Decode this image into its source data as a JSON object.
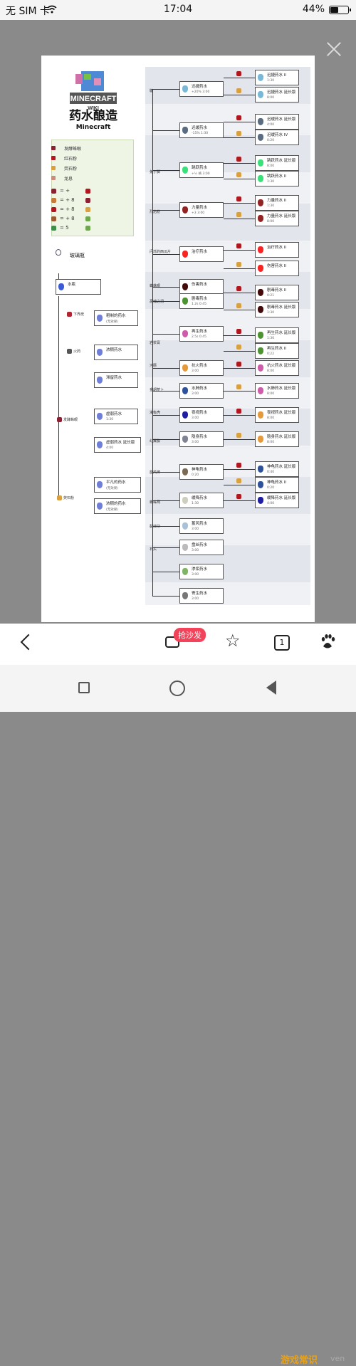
{
  "status": {
    "carrier": "无 SIM 卡",
    "time": "17:04",
    "battery": "44%",
    "battery_level": 0.44
  },
  "panel": {
    "title": "药水酿造",
    "subtitle": "Minecraft",
    "logo_text": "MINECRAFT",
    "logo_sub": "WIKI",
    "legend": [
      {
        "label": "发酵蛛眼",
        "color": "#8b2234"
      },
      {
        "label": "红石粉",
        "color": "#b0171f"
      },
      {
        "label": "荧石粉",
        "color": "#d8a040"
      },
      {
        "label": "龙息",
        "color": "#c98e7b"
      }
    ],
    "formulas": [
      "= +",
      "= + 8",
      "= + 8",
      "= + 8",
      "= 5"
    ],
    "glass_bottle": "玻璃瓶",
    "left_column": [
      {
        "name": "水瓶",
        "sub": ""
      },
      {
        "name": "粗制的药水",
        "sub": "(无效果)"
      },
      {
        "name": "浓稠药水",
        "sub": ""
      },
      {
        "name": "滞留药水",
        "sub": ""
      },
      {
        "name": "虚弱药水",
        "sub": "1:30"
      },
      {
        "name": "虚弱药水 延长版",
        "sub": "4:00"
      },
      {
        "name": "平凡的药水",
        "sub": "(无效果)"
      },
      {
        "name": "浓稠的药水",
        "sub": "(无效果)"
      }
    ],
    "left_ingredients": [
      "下界疣",
      "火药",
      "发酵蛛眼",
      "荧石粉"
    ],
    "middle_ingredients": [
      "糖",
      "兔子脚",
      "烈焰粉",
      "闪烁的西瓜片",
      "蜘蛛眼",
      "恶魂之泪",
      "岩浆膏",
      "河豚",
      "金胡萝卜",
      "海龟壳",
      "幻翼膜",
      "旋风棒",
      "蜘蛛网",
      "黏液块",
      "石头"
    ],
    "middle_column": [
      {
        "name": "迅捷药水",
        "sub": "+20% 3:00"
      },
      {
        "name": "迟缓药水",
        "sub": "-15% 1:30"
      },
      {
        "name": "跳跃药水",
        "sub": "+½ 格 3:00"
      },
      {
        "name": "力量药水",
        "sub": "+3 3:00"
      },
      {
        "name": "治疗药水",
        "sub": ""
      },
      {
        "name": "伤害药水",
        "sub": ""
      },
      {
        "name": "剧毒药水",
        "sub": "1.2s 0:45"
      },
      {
        "name": "再生药水",
        "sub": "2.5s 0:45"
      },
      {
        "name": "抗火药水",
        "sub": "3:00"
      },
      {
        "name": "水肺药水",
        "sub": "3:00"
      },
      {
        "name": "夜视药水",
        "sub": "3:00"
      },
      {
        "name": "隐身药水",
        "sub": "3:00"
      },
      {
        "name": "神龟药水",
        "sub": "0:20"
      },
      {
        "name": "缓降药水",
        "sub": "1:30"
      },
      {
        "name": "蓄风药水",
        "sub": "3:00"
      },
      {
        "name": "盘丝药水",
        "sub": "3:00"
      },
      {
        "name": "渗浆药水",
        "sub": "3:00"
      },
      {
        "name": "寄生药水",
        "sub": "3:00"
      }
    ],
    "right_column": [
      {
        "name": "迅捷药水 II",
        "sub": "1:30"
      },
      {
        "name": "迅捷药水 延长版",
        "sub": "8:00"
      },
      {
        "name": "迟缓药水 延长版",
        "sub": "4:00"
      },
      {
        "name": "迟缓药水 IV",
        "sub": "0:20"
      },
      {
        "name": "跳跃药水 延长版",
        "sub": "8:00"
      },
      {
        "name": "跳跃药水 II",
        "sub": "1:30"
      },
      {
        "name": "力量药水 II",
        "sub": "1:30"
      },
      {
        "name": "力量药水 延长版",
        "sub": "8:00"
      },
      {
        "name": "治疗药水 II",
        "sub": ""
      },
      {
        "name": "伤害药水 II",
        "sub": ""
      },
      {
        "name": "剧毒药水 II",
        "sub": "0:21"
      },
      {
        "name": "剧毒药水 延长版",
        "sub": "1:30"
      },
      {
        "name": "再生药水 延长版",
        "sub": "1:30"
      },
      {
        "name": "再生药水 II",
        "sub": "0:22"
      },
      {
        "name": "抗火药水 延长版",
        "sub": "8:00"
      },
      {
        "name": "水肺药水 延长版",
        "sub": "8:00"
      },
      {
        "name": "夜视药水 延长版",
        "sub": "8:00"
      },
      {
        "name": "隐身药水 延长版",
        "sub": "8:00"
      },
      {
        "name": "神龟药水 延长版",
        "sub": "0:40"
      },
      {
        "name": "神龟药水 II",
        "sub": "0:20"
      },
      {
        "name": "缓降药水 延长版",
        "sub": "4:00"
      }
    ]
  },
  "nav": {
    "comment_badge": "抢沙发",
    "page_count": "1"
  },
  "watermark": {
    "text": "游戏常识",
    "suffix": "ven"
  },
  "colors": {
    "accent": "#f2435a",
    "strip": "#e3e5ec",
    "legend_bg": "#eef5e5"
  }
}
